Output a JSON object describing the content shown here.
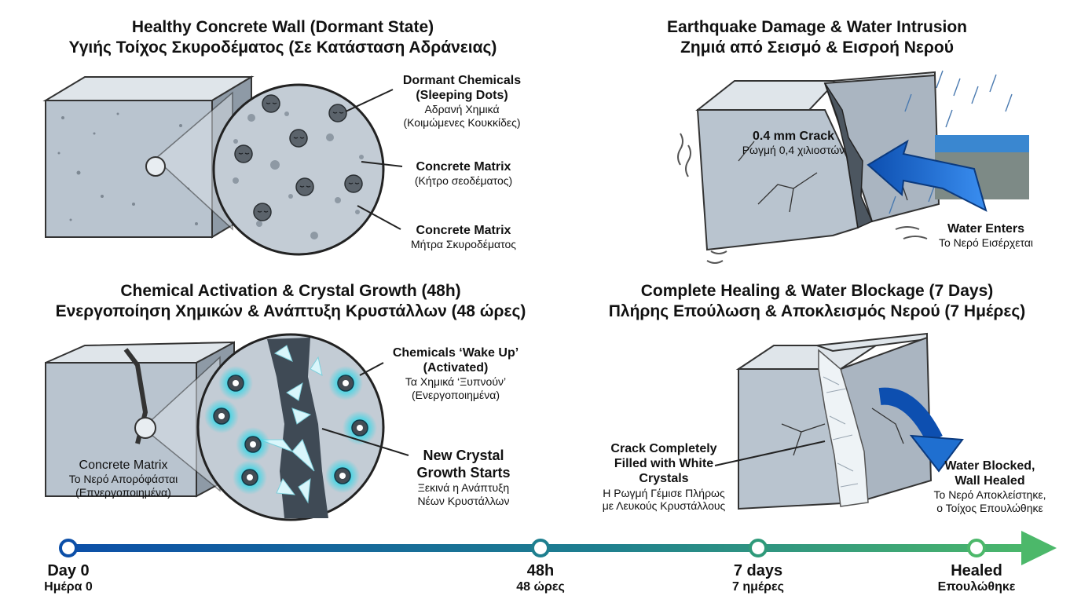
{
  "panels": {
    "healthy": {
      "title_en": "Healthy Concrete Wall (Dormant State)",
      "title_el": "Υγιής Τοίχος Σκυροδέματος (Σε Κατάσταση Αδράνειας)",
      "dormant_en_1": "Dormant Chemicals",
      "dormant_en_2": "(Sleeping Dots)",
      "dormant_el_1": "Αδρανή Χημικά",
      "dormant_el_2": "(Κοιμώμενες Κουκκίδες)",
      "matrix_a_en": "Concrete Matrix",
      "matrix_a_el": "(Κήτρο σεοδέματος)",
      "matrix_b_en": "Concrete Matrix",
      "matrix_b_el": "Μήτρα Σκυροδέματος"
    },
    "damage": {
      "title_en": "Earthquake Damage & Water Intrusion",
      "title_el": "Ζημιά από Σεισμό & Εισροή Νερού",
      "crack_en": "0.4 mm Crack",
      "crack_el": "Ρωγμή 0,4 χιλιοστών",
      "water_en": "Water Enters",
      "water_el": "Το Νερό Εισέρχεται"
    },
    "activation": {
      "title_en": "Chemical Activation & Crystal Growth (48h)",
      "title_el": "Ενεργοποίηση Χημικών & Ανάπτυξη Κρυστάλλων (48 ώρες)",
      "wake_en_1": "Chemicals ‘Wake Up’",
      "wake_en_2": "(Activated)",
      "wake_el_1": "Τα Χημικά ‘Ξυπνούν’",
      "wake_el_2": "(Ενεργοποιημένα)",
      "crystal_en_1": "New Crystal",
      "crystal_en_2": "Growth Starts",
      "crystal_el_1": "Ξεκινά η Ανάπτυξη",
      "crystal_el_2": "Νέων Κρυστάλλων",
      "matrix_en": "Concrete Matrix",
      "matrix_el_1": "Το Νερό Απορόφάσται",
      "matrix_el_2": "(Επνεργοποιημένα)"
    },
    "healing": {
      "title_en": "Complete Healing & Water Blockage (7 Days)",
      "title_el": "Πλήρης Επούλωση & Αποκλεισμός Νερού (7 Ημέρες)",
      "filled_en_1": "Crack Completely",
      "filled_en_2": "Filled with White",
      "filled_en_3": "Crystals",
      "filled_el_1": "Η Ρωγμή Γέμισε Πλήρως",
      "filled_el_2": "με Λευκούς Κρυστάλλους",
      "blocked_en_1": "Water Blocked,",
      "blocked_en_2": "Wall Healed",
      "blocked_el_1": "Το Νερό Αποκλείστηκε,",
      "blocked_el_2": "ο Τοίχος Επουλώθηκε"
    }
  },
  "timeline": [
    {
      "en": "Day 0",
      "el": "Ημέρα 0"
    },
    {
      "en": "48h",
      "el": "48 ώρες"
    },
    {
      "en": "7 days",
      "el": "7 ημέρες"
    },
    {
      "en": "Healed",
      "el": "Επουλώθηκε"
    }
  ],
  "colors": {
    "concrete": "#b9c4cf",
    "concrete_dark": "#8e9aa6",
    "water": "#1f6fd0",
    "activation_glow": "#38d6e6",
    "timeline_start": "#0c4fa8",
    "timeline_end": "#4cb86a"
  }
}
